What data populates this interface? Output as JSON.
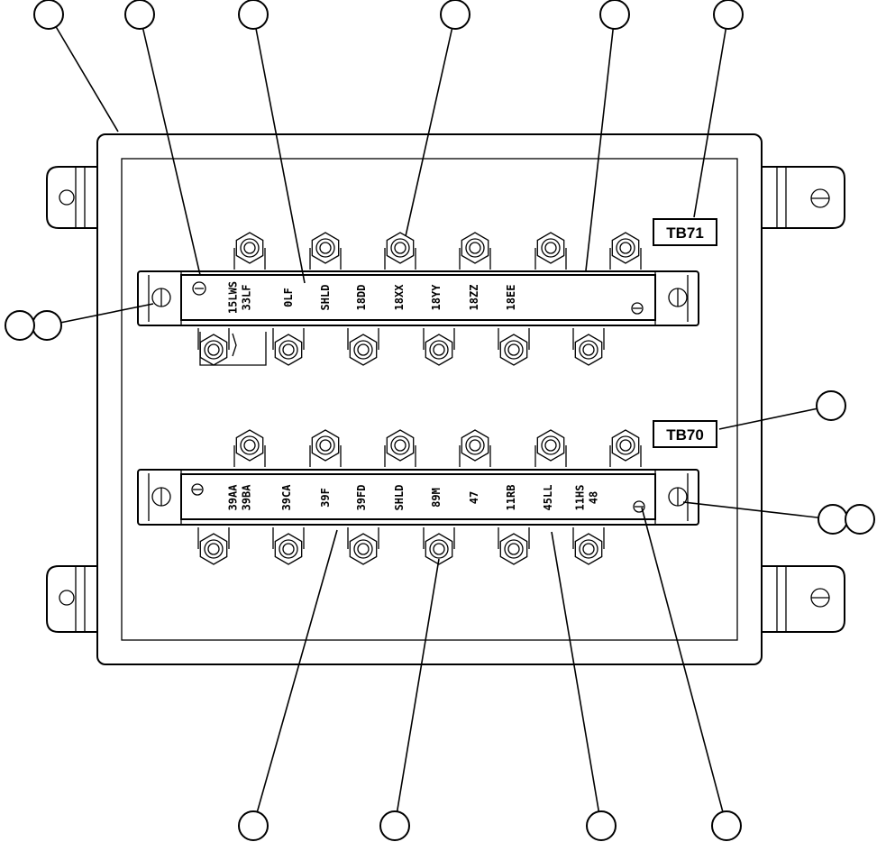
{
  "tags": {
    "top": "TB71",
    "bottom": "TB70"
  },
  "strips": {
    "top": {
      "terminals": [
        [
          "15LWS",
          "33LF"
        ],
        [
          "0LF"
        ],
        [
          "SHLD"
        ],
        [
          "18DD"
        ],
        [
          "18XX"
        ],
        [
          "18YY"
        ],
        [
          "18ZZ"
        ],
        [
          "18EE"
        ]
      ]
    },
    "bottom": {
      "terminals": [
        [
          "39AA",
          "39BA"
        ],
        [
          "39CA"
        ],
        [
          "39F"
        ],
        [
          "39FD"
        ],
        [
          "SHLD"
        ],
        [
          "89M"
        ],
        [
          "47"
        ],
        [
          "11RB"
        ],
        [
          "45LL"
        ],
        [
          "11HS",
          "48"
        ]
      ]
    }
  },
  "callouts": {
    "top_count": 6,
    "bottom_count": 4,
    "left_double": 1,
    "right_double": 1,
    "right_single": 1
  }
}
